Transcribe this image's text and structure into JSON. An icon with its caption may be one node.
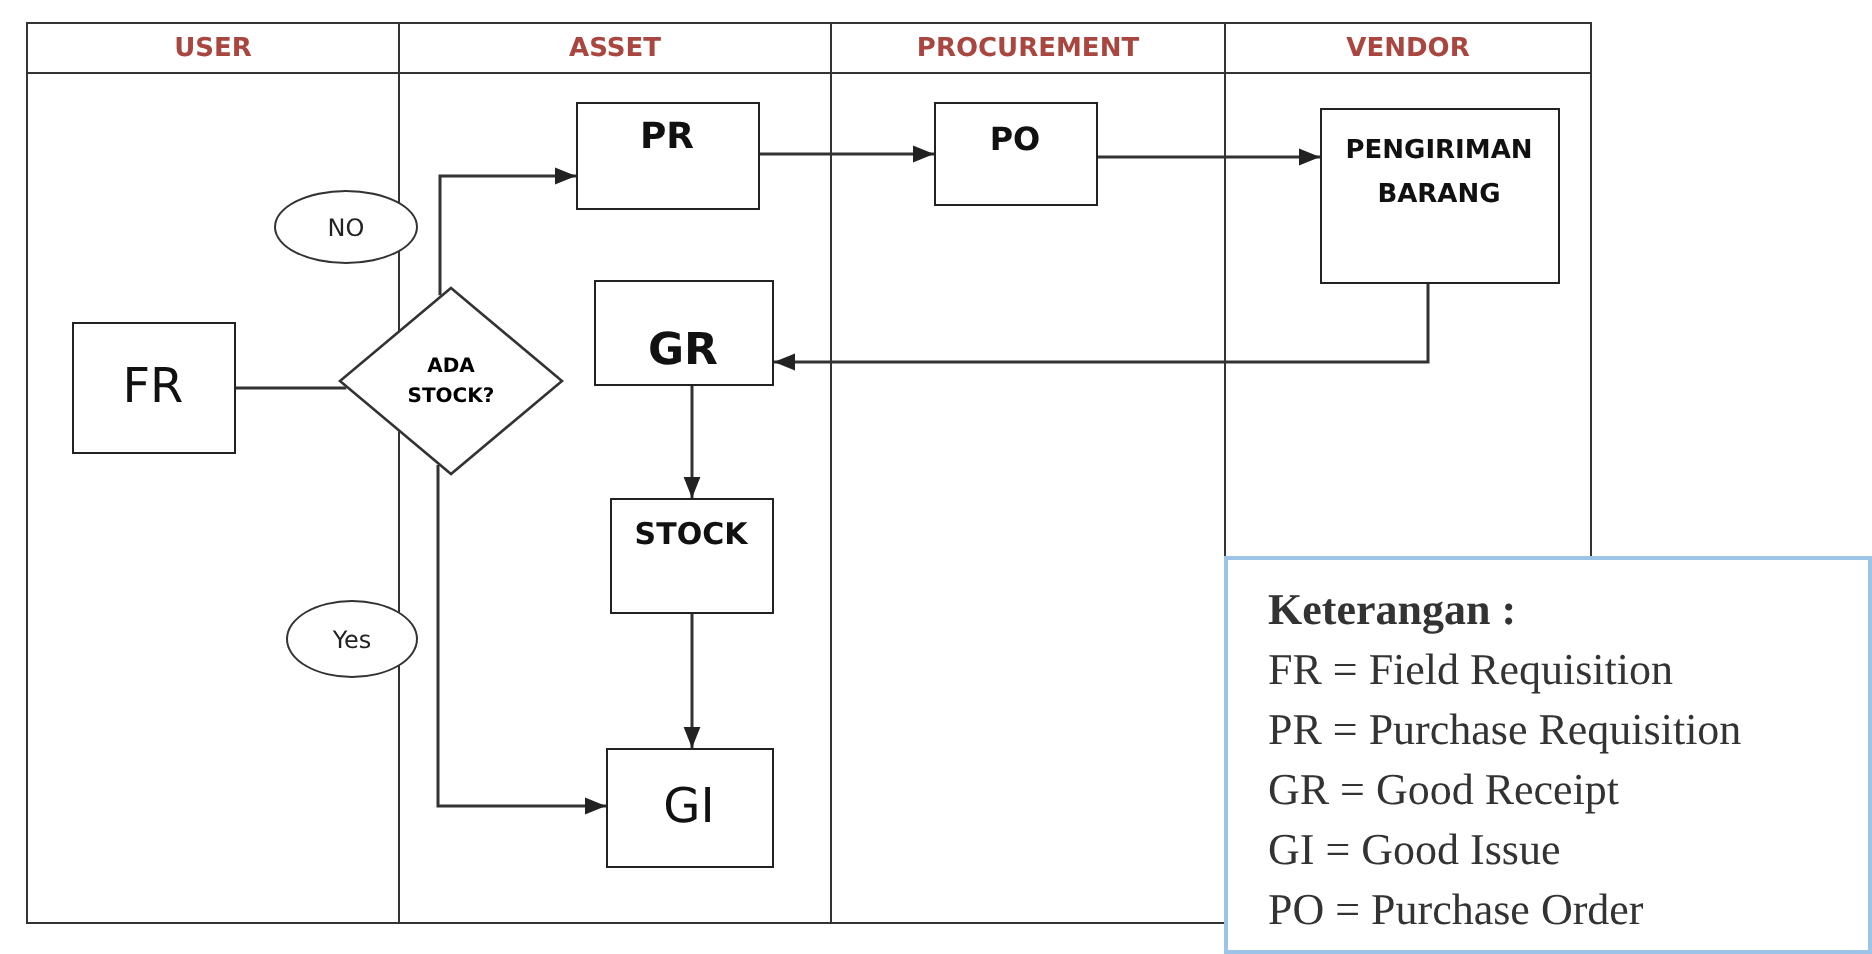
{
  "diagram": {
    "nodes": [
      {
        "text": [
          "USER"
        ]
      },
      {
        "text": [
          "ASSET"
        ]
      },
      {
        "text": [
          "PROCUREMENT"
        ]
      },
      {
        "text": [
          "VENDOR"
        ]
      },
      {
        "text": [
          "FR"
        ],
        "in": 0
      },
      {
        "text": [
          "NO"
        ]
      },
      {
        "text": [
          "ADA STOCK?"
        ]
      },
      {
        "text": [
          "Yes"
        ]
      },
      {
        "text": [
          "PR"
        ],
        "in": 1
      },
      {
        "text": [
          "GR"
        ],
        "in": 1
      },
      {
        "text": [
          "STOCK"
        ],
        "in": 1
      },
      {
        "text": [
          "GI"
        ],
        "in": 1
      },
      {
        "text": [
          "PO"
        ],
        "in": 2
      },
      {
        "text": [
          "PENGIRIMAN BARANG"
        ],
        "in": 3
      },
      {
        "text": [
          "Keterangan :",
          "FR = Field Requisition",
          "PR = Purchase Requisition",
          "GR = Good Receipt",
          "GI  = Good Issue",
          "PO = Purchase Order"
        ]
      }
    ],
    "edges": [
      {
        "from": 4,
        "to": 6,
        "arrow": "none"
      },
      {
        "from": 6,
        "to": 8,
        "arrow": "to"
      },
      {
        "from": 8,
        "to": 12,
        "arrow": "to"
      },
      {
        "from": 12,
        "to": 13,
        "arrow": "to"
      },
      {
        "from": 13,
        "to": 9,
        "arrow": "to"
      },
      {
        "from": 9,
        "to": 10,
        "arrow": "to"
      },
      {
        "from": 10,
        "to": 11,
        "arrow": "to"
      },
      {
        "from": 6,
        "to": 11,
        "arrow": "to"
      }
    ]
  }
}
